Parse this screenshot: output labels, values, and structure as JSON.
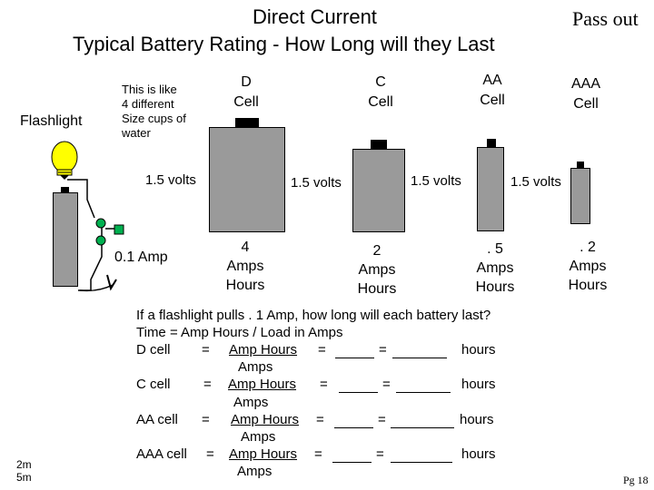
{
  "header": {
    "title_line1": "Direct Current",
    "pass_out": "Pass out",
    "title_line2": "Typical Battery Rating  -  How Long will they Last"
  },
  "left": {
    "flashlight_label": "Flashlight",
    "cups_note": [
      "This is like",
      "4 different",
      "Size cups of",
      "water"
    ],
    "amp_label": "0.1 Amp"
  },
  "batteries": [
    {
      "name": [
        "D",
        "Cell"
      ],
      "volts": "1.5 volts",
      "rating": [
        "4",
        "Amps",
        "Hours"
      ]
    },
    {
      "name": [
        "C",
        "Cell"
      ],
      "volts": "1.5 volts",
      "rating": [
        "2",
        "Amps",
        "Hours"
      ]
    },
    {
      "name": [
        "AA",
        "Cell"
      ],
      "volts": "1.5 volts",
      "rating": [
        ". 5",
        "Amps",
        "Hours"
      ]
    },
    {
      "name": [
        "AAA",
        "Cell"
      ],
      "volts": "1.5 volts",
      "rating": [
        ". 2",
        "Amps",
        "Hours"
      ]
    }
  ],
  "questions": {
    "intro": "If a flashlight pulls . 1 Amp, how long will each battery last?",
    "formula": "Time = Amp Hours  /  Load in Amps",
    "rows": [
      {
        "label": "D cell",
        "eq": "=",
        "numerator": "Amp Hours",
        "eq2": "=",
        "eq3": "=",
        "unit": "hours",
        "denominator": "Amps"
      },
      {
        "label": "C cell",
        "eq": "=",
        "numerator": "Amp Hours",
        "eq2": "=",
        "eq3": "=",
        "unit": "hours",
        "denominator": "Amps"
      },
      {
        "label": "AA cell",
        "eq": "=",
        "numerator": "Amp Hours",
        "eq2": "=",
        "eq3": "=",
        "unit": "hours",
        "denominator": "Amps"
      },
      {
        "label": "AAA cell",
        "eq": "=",
        "numerator": "Amp Hours",
        "eq2": "=",
        "eq3": "=",
        "unit": "hours",
        "denominator": "Amps"
      }
    ]
  },
  "footer": {
    "time_notes": [
      "2m",
      "5m"
    ],
    "page": "Pg 18"
  },
  "colors": {
    "battery_fill": "#9a9a9a",
    "bulb": "#ffff00",
    "switch_contact": "#00b050"
  }
}
